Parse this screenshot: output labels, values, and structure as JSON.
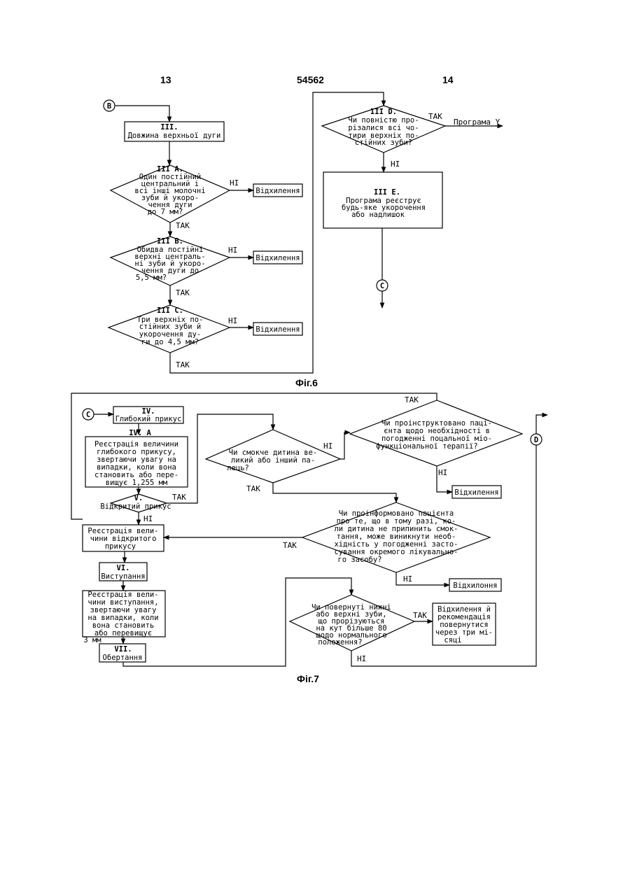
{
  "header": {
    "page_left": "13",
    "doc_number": "54562",
    "page_right": "14"
  },
  "connectors": {
    "b": "B",
    "c1": "C",
    "c2": "C",
    "d": "D"
  },
  "labels": {
    "yes": "ТАК",
    "no": "НІ",
    "deviation": "Відхилення",
    "deviation_alt": "Відхилоння",
    "to_program_y": "Програмa Y"
  },
  "fig6": {
    "caption": "Фіг.6",
    "s3": {
      "num": "III.",
      "lines": [
        "Довжина верхньої дуги"
      ]
    },
    "s3a": {
      "num": "III A.",
      "lines": [
        "Один постійний",
        "центральний і",
        "всі інші молочні",
        "зуби й укоро-",
        "чення дуги",
        "до 7 мм?"
      ]
    },
    "s3b": {
      "num": "III B.",
      "lines": [
        "Обидва постійні",
        "верхні централь-",
        "ні зуби й укоро-",
        "чення дуги до",
        "5,5 мм?"
      ]
    },
    "s3c": {
      "num": "III C.",
      "lines": [
        "Три верхніх по-",
        "стійних зуби й",
        "укорочення ду-",
        "ги до 4,5 мм?"
      ]
    },
    "s3d": {
      "num": "III D.",
      "lines": [
        "Чи повністю про-",
        "різалися всі чо-",
        "тири верхніх по-",
        "стійних зуби?"
      ]
    },
    "s3e": {
      "num": "III E.",
      "lines": [
        "Програма реєструє",
        "будь-яке укорочення",
        "або надлишок"
      ]
    }
  },
  "fig7": {
    "caption": "Фіг.7",
    "s4": {
      "num": "IV.",
      "lines": [
        "Глибокий прикус"
      ]
    },
    "s4a": {
      "num": "IV. A",
      "lines": [
        "Реєстрація величини",
        "глибокого прикусу,",
        "звертаючи увагу на",
        "випадки, коли вона",
        "становить або пере-",
        "вищує 1,255 мм"
      ]
    },
    "s5": {
      "num": "V.",
      "lines": [
        "Відкритий прикус"
      ]
    },
    "reg_open": {
      "lines": [
        "Реєстрація вели-",
        "чини відкритого",
        "прикусу"
      ]
    },
    "s6": {
      "num": "VI.",
      "lines": [
        "Виступання"
      ]
    },
    "reg_prot": {
      "lines": [
        "Реєстрація вели-",
        "чини виступання,",
        "звертаючи увагу",
        "на випадки, коли",
        "вона становить",
        "або перевищує",
        "3 мм"
      ]
    },
    "s7": {
      "num": "VII.",
      "lines": [
        "Обертання"
      ]
    },
    "q_suck": {
      "lines": [
        "Чи смокче дитина ве-",
        "ликий або інший па-",
        "лець?"
      ]
    },
    "q_instruct": {
      "lines": [
        "Чи проінструктовано паці-",
        "єнта щодо необхідності в",
        "погодженні поцальної міо-",
        "функціональної терапії?"
      ]
    },
    "q_inform": {
      "lines": [
        "Чи проінформовано пацієнта",
        "про те, що в тому разі, ко-",
        "ли дитина не припинить смок-",
        "тання, може виникнути необ-",
        "хідність у погодженні засто-",
        "сування окремого лікувально-",
        "го засобу?"
      ]
    },
    "q_rot": {
      "lines": [
        "Чи повернуті нижні",
        "або верхні зуби,",
        "що прорізуються",
        "на кут більше 80",
        "щодо нормального",
        "положення?"
      ]
    },
    "deviation_rec": {
      "lines": [
        "Відхилення й",
        "рекомендація",
        "повернутися",
        "через три мі-",
        "сяці"
      ]
    }
  }
}
